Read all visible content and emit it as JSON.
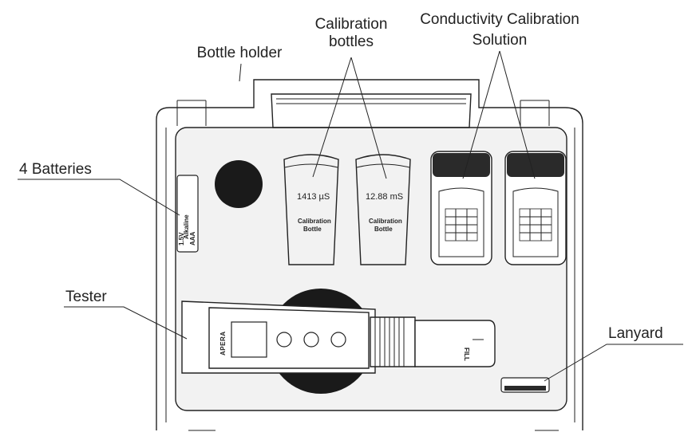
{
  "callouts": {
    "calibration_bottles_line1": "Calibration",
    "calibration_bottles_line2": "bottles",
    "conductivity_line1": "Conductivity Calibration",
    "conductivity_line2": "Solution",
    "bottle_holder": "Bottle holder",
    "batteries": "4 Batteries",
    "tester": "Tester",
    "lanyard": "Lanyard"
  },
  "battery": {
    "brand": "Alkaline",
    "size_line1": "1.5V",
    "size_line2": "AAA"
  },
  "bottles": [
    {
      "value": "1413 µS",
      "label_line1": "Calibration",
      "label_line2": "Bottle"
    },
    {
      "value": "12.88 mS",
      "label_line1": "Calibration",
      "label_line2": "Bottle"
    }
  ],
  "tester": {
    "brand": "APERA",
    "fill_label": "FILL"
  },
  "colors": {
    "line": "#222222",
    "case_fill": "#f2f2f2",
    "holder": "#1a1a1a"
  }
}
